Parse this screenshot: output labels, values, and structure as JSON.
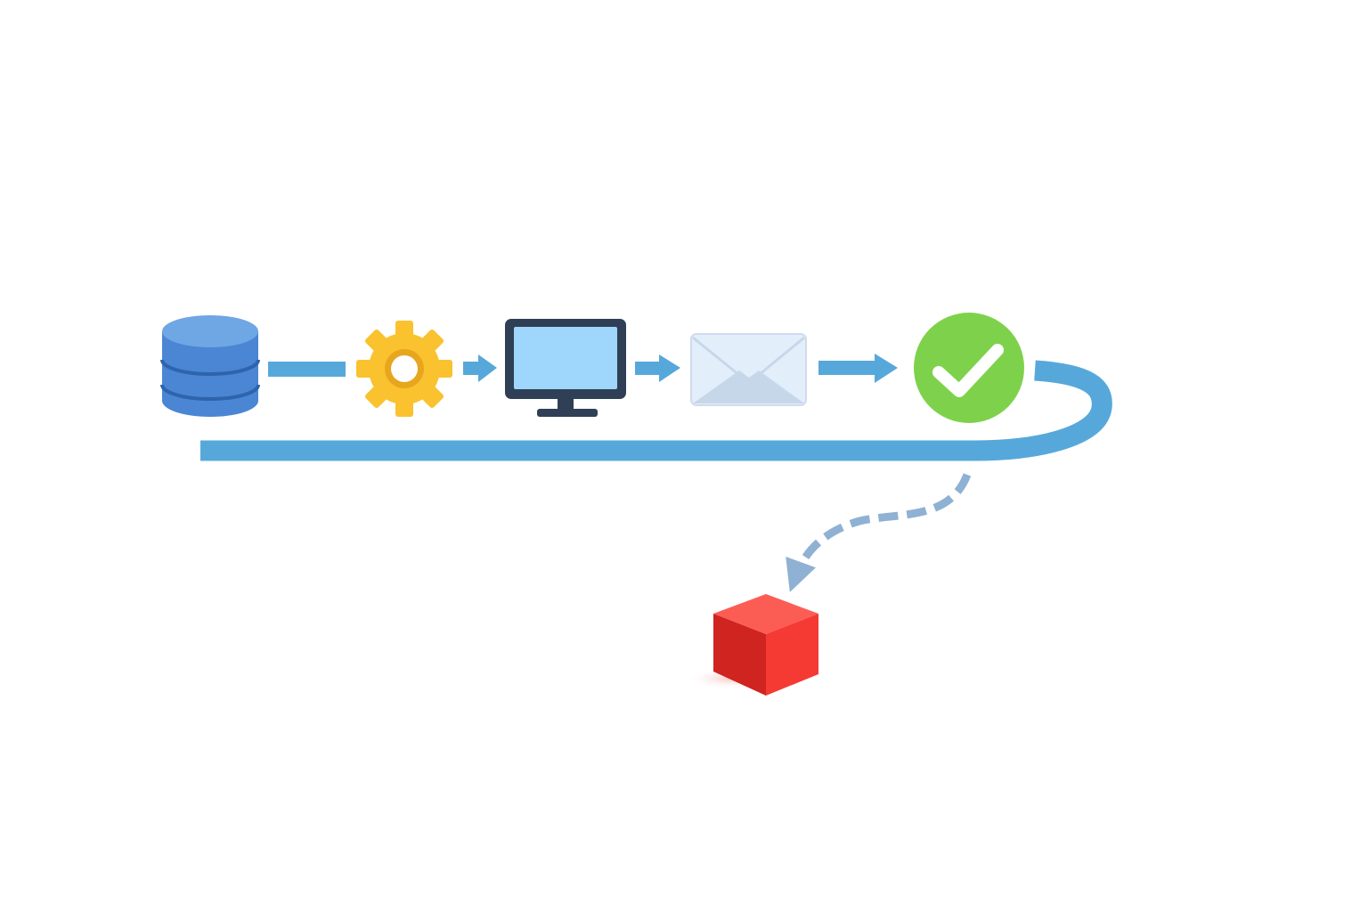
{
  "diagram": {
    "nodes": [
      {
        "id": "database",
        "icon": "database-icon"
      },
      {
        "id": "process",
        "icon": "gear-icon"
      },
      {
        "id": "display",
        "icon": "monitor-icon"
      },
      {
        "id": "message",
        "icon": "envelope-icon"
      },
      {
        "id": "complete",
        "icon": "check-circle-icon"
      },
      {
        "id": "output",
        "icon": "cube-icon"
      }
    ],
    "edges": [
      {
        "from": "database",
        "to": "process",
        "style": "solid",
        "arrowhead": false
      },
      {
        "from": "process",
        "to": "display",
        "style": "solid",
        "arrowhead": true
      },
      {
        "from": "display",
        "to": "message",
        "style": "solid",
        "arrowhead": true
      },
      {
        "from": "message",
        "to": "complete",
        "style": "solid",
        "arrowhead": true
      },
      {
        "from": "complete",
        "to": "database",
        "style": "solid",
        "arrowhead": false,
        "shape": "loop-back"
      },
      {
        "from": "loop-back",
        "to": "output",
        "style": "dashed",
        "arrowhead": true
      }
    ]
  },
  "colors": {
    "connector": "#57a8da",
    "dashed_connector": "#8fb1d4",
    "database": "#4a86d4",
    "database_top": "#6fa6e4",
    "database_band": "#2f64ad",
    "gear": "#f9c22e",
    "gear_ring": "#e8a51e",
    "monitor_frame": "#2f3f56",
    "monitor_screen": "#9fd6fb",
    "envelope": "#e3eefb",
    "envelope_fold": "#c7d7ea",
    "check_circle": "#7ed24b",
    "checkmark": "#ffffff",
    "cube_front": "#f53a33",
    "cube_side": "#cf2420",
    "cube_top": "#fb5d55"
  }
}
